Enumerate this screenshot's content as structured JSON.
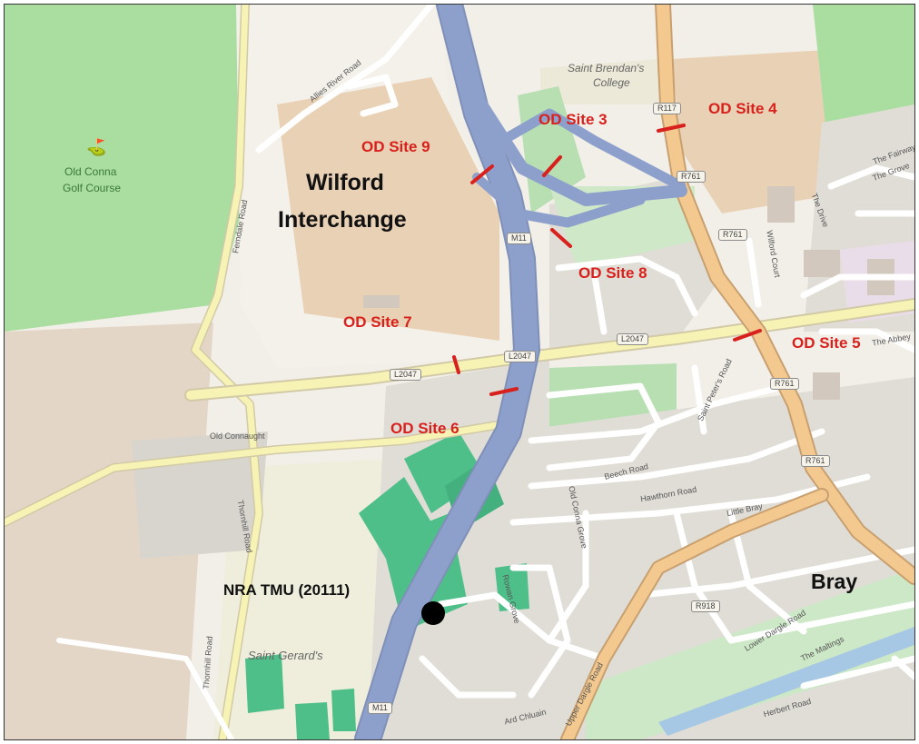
{
  "labels": {
    "od_site_3": "OD Site 3",
    "od_site_4": "OD Site 4",
    "od_site_5": "OD Site 5",
    "od_site_6": "OD Site 6",
    "od_site_7": "OD Site 7",
    "od_site_8": "OD Site 8",
    "od_site_9": "OD Site 9",
    "interchange_line1": "Wilford",
    "interchange_line2": "Interchange",
    "town": "Bray",
    "counter": "NRA TMU (20111)",
    "college_line1": "Saint Brendan's",
    "college_line2": "College",
    "golf_line1": "Old Conna",
    "golf_line2": "Golf Course",
    "saint_gerards": "Saint Gerard's"
  },
  "roads": {
    "m11_north": "M11",
    "m11_south": "M11",
    "l2047_a": "L2047",
    "l2047_b": "L2047",
    "l2047_c": "L2047",
    "r761_a": "R761",
    "r761_b": "R761",
    "r761_c": "R761",
    "r761_d": "R761",
    "r117": "R117",
    "r918": "R918"
  },
  "streets": {
    "ferndale_road": "Ferndale Road",
    "allies_river_road": "Allies River Road",
    "thornhill_road_a": "Thornhill Road",
    "thornhill_road_b": "Thornhill Road",
    "old_connaught": "Old Connaught",
    "old_conna_grove": "Old Conna Grove",
    "hawthorn_road": "Hawthorn Road",
    "beech_road": "Beech Road",
    "little_bray": "Little Bray",
    "lower_dargle_road": "Lower Dargle Road",
    "herbert_road": "Herbert Road",
    "the_maltings": "The Maltings",
    "the_fairways": "The Fairways",
    "the_grove": "The Grove",
    "the_drive": "The Drive",
    "ard_chluain": "Ard Chluain",
    "rowan_grove": "Rowan Grove",
    "saint_peters_road": "Saint Peter's Road",
    "upper_dargle_road": "Upper Dargle Road",
    "the_abbey": "The Abbey",
    "wilford_court": "Wilford Court"
  },
  "colors": {
    "motorway": "#8da0cb",
    "primary_road": "#f3c98f",
    "secondary_road": "#f7f3b5",
    "od_marker": "#d8201c",
    "park": "#b7dfb2",
    "golf": "#aadea0",
    "sports_pitch": "#4fbf8a",
    "commercial": "#e9d1b5",
    "residential": "#e0ddd7",
    "river": "#a7c8e4"
  },
  "icons": {
    "golf": "golf-flag-icon",
    "counter": "counter-dot-icon"
  }
}
